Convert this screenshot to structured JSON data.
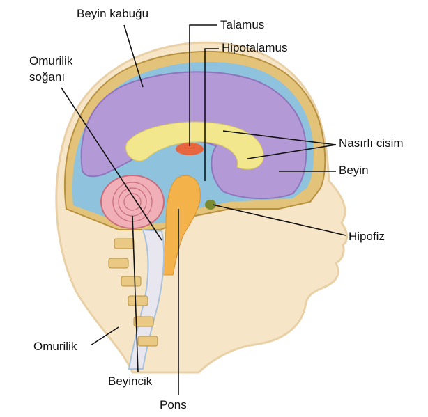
{
  "labels": {
    "beyin_kabugu": "Beyin kabuğu",
    "talamus": "Talamus",
    "hipotalamus": "Hipotalamus",
    "omurilik_sogani_1": "Omurilik",
    "omurilik_sogani_2": "soğanı",
    "nasirli_cisim": "Nasırlı cisim",
    "beyin": "Beyin",
    "hipofiz": "Hipofiz",
    "omurilik": "Omurilik",
    "beyincik": "Beyincik",
    "pons": "Pons"
  },
  "colors": {
    "skin": "#f6e6c7",
    "skin_shadow": "#e9d0a6",
    "skull": "#e3c27a",
    "skull_dots": "#b8913f",
    "csf": "#8fc3dd",
    "cerebrum": "#b39ad6",
    "cerebrum_dark": "#8f74be",
    "corpus_callosum": "#f3e78d",
    "thalamus": "#e7653f",
    "brainstem": "#f3b24a",
    "cerebellum": "#f1b0b8",
    "cerebellum_lines": "#c96c7c",
    "spinal_cord": "#e8e6ee",
    "pituitary": "#7a8a2e",
    "vertebra": "#e9c983",
    "leader_line": "#111111"
  }
}
